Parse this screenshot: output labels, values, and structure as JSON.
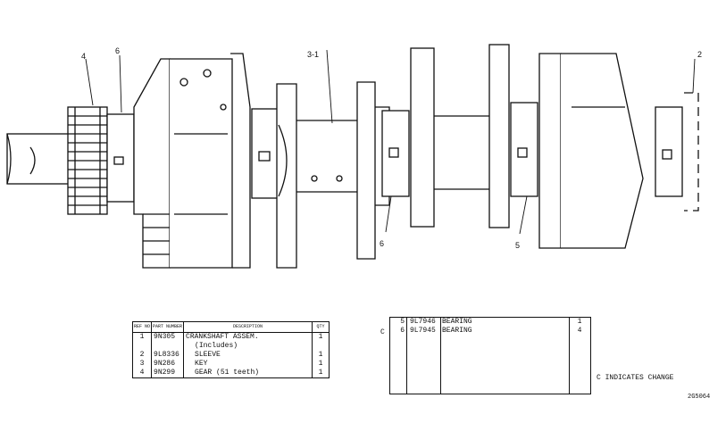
{
  "callouts": {
    "c4": "4",
    "c6a": "6",
    "c31": "3-1",
    "c2": "2",
    "c6b": "6",
    "c5": "5"
  },
  "parts_table": {
    "headers": [
      "REF NO",
      "PART NUMBER",
      "DESCRIPTION",
      "QTY"
    ],
    "rows": [
      {
        "ref": "1",
        "part": "9N305",
        "desc": "CRANKSHAFT ASSEM.",
        "qty": "1"
      },
      {
        "ref": "",
        "part": "",
        "desc": "(Includes)",
        "qty": ""
      },
      {
        "ref": "2",
        "part": "9L8336",
        "desc": "SLEEVE",
        "qty": "1"
      },
      {
        "ref": "3",
        "part": "9N286",
        "desc": "KEY",
        "qty": "1"
      },
      {
        "ref": "4",
        "part": "9N299",
        "desc": "GEAR (51 teeth)",
        "qty": "1"
      }
    ]
  },
  "parts_table_2": {
    "rows": [
      {
        "change": "",
        "ref": "5",
        "part": "9L7946",
        "desc": "BEARING",
        "qty": "1"
      },
      {
        "change": "C",
        "ref": "6",
        "part": "9L7945",
        "desc": "BEARING",
        "qty": "4"
      }
    ]
  },
  "change_note": "C INDICATES CHANGE",
  "figure_number": "2G5064"
}
